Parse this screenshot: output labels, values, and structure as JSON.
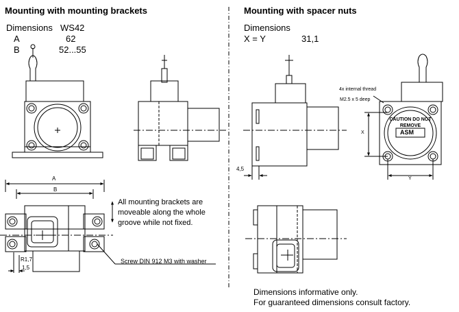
{
  "left": {
    "heading": "Mounting with mounting brackets",
    "dims_title": "Dimensions",
    "model": "WS42",
    "rows": [
      {
        "key": "A",
        "value": "62"
      },
      {
        "key": "B",
        "value": "52...55"
      }
    ],
    "dim_A": "A",
    "dim_B": "B",
    "note_lines": [
      "All mounting brackets are",
      "moveable along the whole",
      "groove while not fixed."
    ],
    "r_label": "R1,7",
    "w_label": "1,5",
    "screw_label": "Screw DIN 912 M3 with washer"
  },
  "right": {
    "heading": "Mounting with spacer nuts",
    "dims_title": "Dimensions",
    "xy_label": "X = Y",
    "xy_value": "31,1",
    "offset_label": "4,5",
    "thread_label": "4x internal thread",
    "thread_size": "M2.5 x 5 deep",
    "dim_X": "X",
    "dim_Y": "Y",
    "caution_text": "CAUTION DO NOT REMOVE",
    "brand": "ASM",
    "footer_lines": [
      "Dimensions informative only.",
      "For guaranteed dimensions consult factory."
    ]
  }
}
